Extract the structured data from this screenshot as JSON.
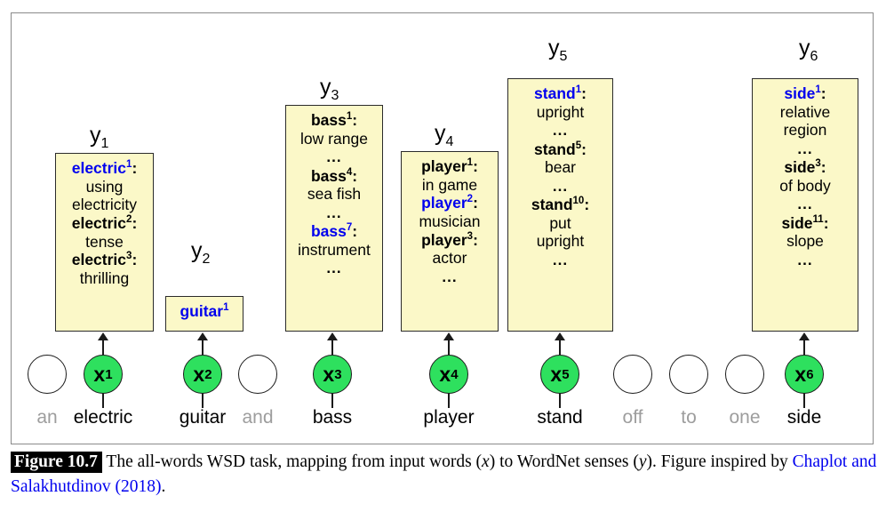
{
  "figure": {
    "tag": "Figure 10.7",
    "caption_part1": "The all-words WSD task, mapping from input words (",
    "caption_x": "x",
    "caption_part2": ") to WordNet senses (",
    "caption_y": "y",
    "caption_part3": "). Figure inspired by ",
    "citation": "Chaplot and Salakhutdinov (2018)",
    "caption_end": "."
  },
  "colors": {
    "box_fill": "#fbf8c8",
    "box_border": "#2b2b2b",
    "node_fill": "#2ee05e",
    "highlight_sense": "#0000ee",
    "dim_word": "#9d9d9d",
    "frame": "#8a8a8a"
  },
  "y_labels": [
    {
      "base": "y",
      "sub": "1"
    },
    {
      "base": "y",
      "sub": "2"
    },
    {
      "base": "y",
      "sub": "3"
    },
    {
      "base": "y",
      "sub": "4"
    },
    {
      "base": "y",
      "sub": "5"
    },
    {
      "base": "y",
      "sub": "6"
    }
  ],
  "sense_boxes": [
    {
      "id": "y1",
      "word": "electric",
      "entries": [
        {
          "lemma": "electric",
          "sense": "1",
          "gloss": [
            "using",
            "electricity"
          ],
          "highlight": true
        },
        {
          "lemma": "electric",
          "sense": "2",
          "gloss": [
            "tense"
          ],
          "highlight": false
        },
        {
          "lemma": "electric",
          "sense": "3",
          "gloss": [
            "thrilling"
          ],
          "highlight": false
        }
      ],
      "ellipses_after": []
    },
    {
      "id": "y2",
      "word": "guitar",
      "entries": [
        {
          "lemma": "guitar",
          "sense": "1",
          "gloss": [],
          "highlight": true
        }
      ],
      "ellipses_after": []
    },
    {
      "id": "y3",
      "word": "bass",
      "entries": [
        {
          "lemma": "bass",
          "sense": "1",
          "gloss": [
            "low range"
          ],
          "highlight": false
        },
        {
          "lemma": "bass",
          "sense": "4",
          "gloss": [
            "sea fish"
          ],
          "highlight": false
        },
        {
          "lemma": "bass",
          "sense": "7",
          "gloss": [
            "instrument"
          ],
          "highlight": true
        }
      ],
      "ellipses_after": [
        0,
        1,
        2
      ]
    },
    {
      "id": "y4",
      "word": "player",
      "entries": [
        {
          "lemma": "player",
          "sense": "1",
          "gloss": [
            "in game"
          ],
          "highlight": false
        },
        {
          "lemma": "player",
          "sense": "2",
          "gloss": [
            "musician"
          ],
          "highlight": true
        },
        {
          "lemma": "player",
          "sense": "3",
          "gloss": [
            "actor"
          ],
          "highlight": false
        }
      ],
      "ellipses_after": [
        2
      ]
    },
    {
      "id": "y5",
      "word": "stand",
      "entries": [
        {
          "lemma": "stand",
          "sense": "1",
          "gloss": [
            "upright"
          ],
          "highlight": true
        },
        {
          "lemma": "stand",
          "sense": "5",
          "gloss": [
            "bear"
          ],
          "highlight": false
        },
        {
          "lemma": "stand",
          "sense": "10",
          "gloss": [
            "put",
            "upright"
          ],
          "highlight": false
        }
      ],
      "ellipses_after": [
        0,
        1,
        2
      ]
    },
    {
      "id": "y6",
      "word": "side",
      "entries": [
        {
          "lemma": "side",
          "sense": "1",
          "gloss": [
            "relative",
            "region"
          ],
          "highlight": true
        },
        {
          "lemma": "side",
          "sense": "3",
          "gloss": [
            "of body"
          ],
          "highlight": false
        },
        {
          "lemma": "side",
          "sense": "11",
          "gloss": [
            "slope"
          ],
          "highlight": false
        }
      ],
      "ellipses_after": [
        0,
        1,
        2
      ]
    }
  ],
  "tokens": [
    {
      "word": "an",
      "node_label": "",
      "node_sub": "",
      "filled": false,
      "dim": true
    },
    {
      "word": "electric",
      "node_label": "x",
      "node_sub": "1",
      "filled": true,
      "dim": false
    },
    {
      "word": "guitar",
      "node_label": "x",
      "node_sub": "2",
      "filled": true,
      "dim": false
    },
    {
      "word": "and",
      "node_label": "",
      "node_sub": "",
      "filled": false,
      "dim": true
    },
    {
      "word": "bass",
      "node_label": "x",
      "node_sub": "3",
      "filled": true,
      "dim": false
    },
    {
      "word": "player",
      "node_label": "x",
      "node_sub": "4",
      "filled": true,
      "dim": false
    },
    {
      "word": "stand",
      "node_label": "x",
      "node_sub": "5",
      "filled": true,
      "dim": false
    },
    {
      "word": "off",
      "node_label": "",
      "node_sub": "",
      "filled": false,
      "dim": true
    },
    {
      "word": "to",
      "node_label": "",
      "node_sub": "",
      "filled": false,
      "dim": true
    },
    {
      "word": "one",
      "node_label": "",
      "node_sub": "",
      "filled": false,
      "dim": true
    },
    {
      "word": "side",
      "node_label": "x",
      "node_sub": "6",
      "filled": true,
      "dim": false
    }
  ],
  "ellipsis": "..."
}
